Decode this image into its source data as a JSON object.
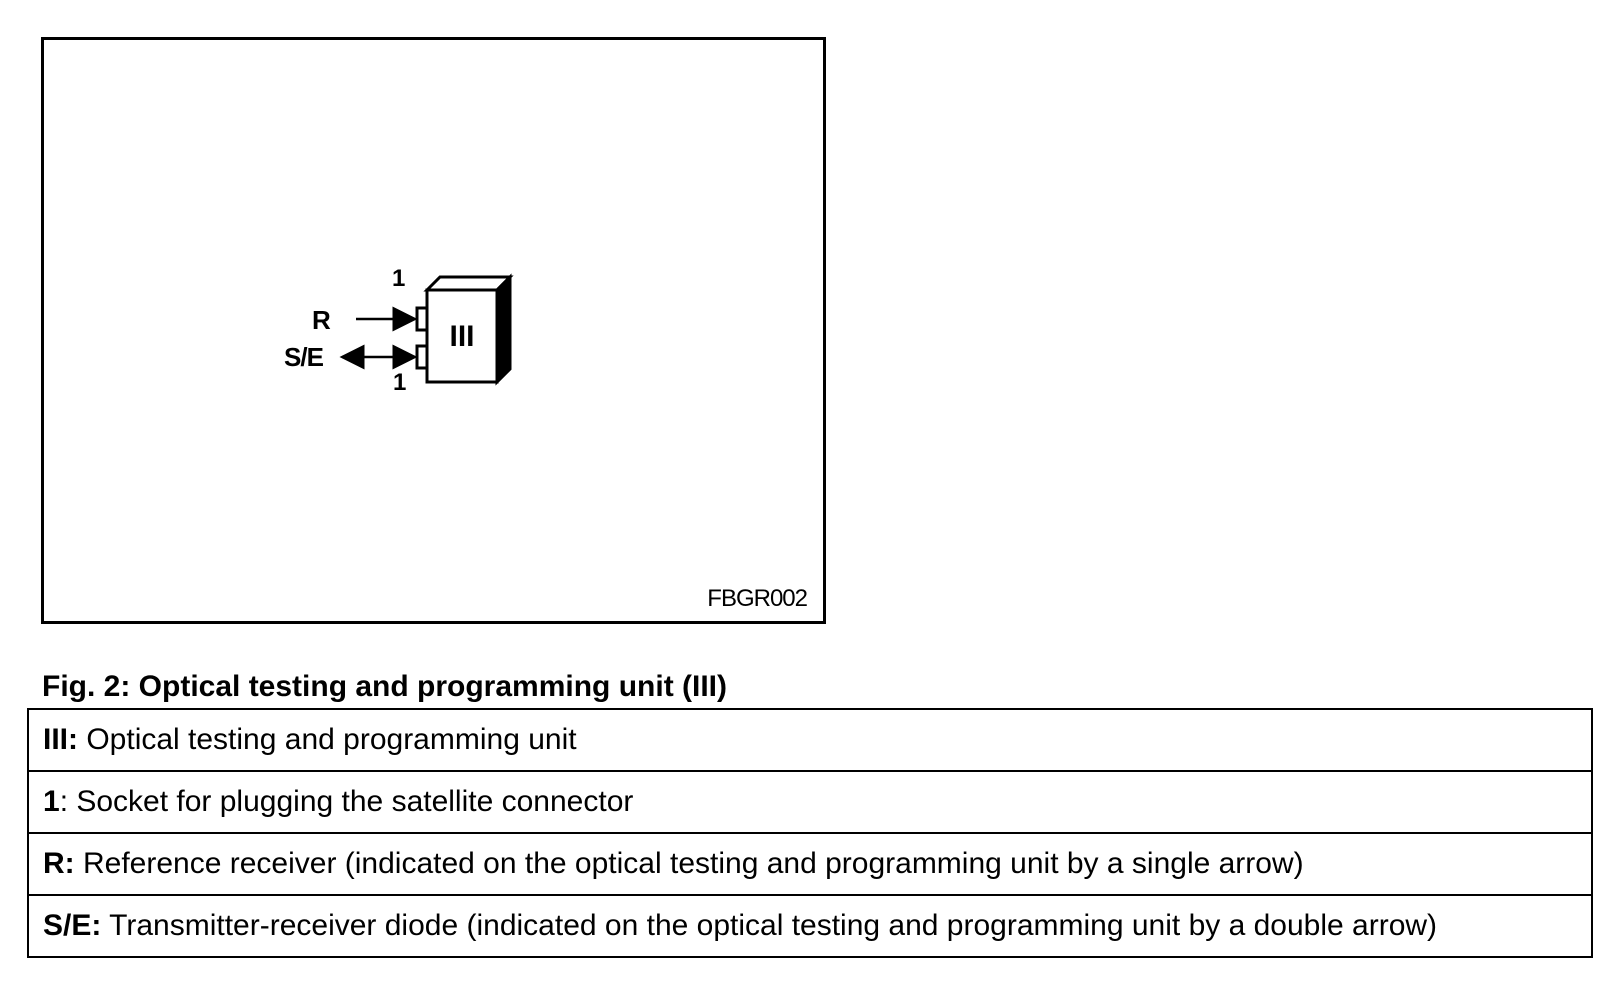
{
  "figure": {
    "code": "FBGR002",
    "unit_label": "III",
    "label_r": "R",
    "label_se": "S/E",
    "socket_label_top": "1",
    "socket_label_bottom": "1"
  },
  "caption": "Fig. 2: Optical testing and programming unit (III)",
  "legend": [
    {
      "key": "III:",
      "text": " Optical testing and programming unit"
    },
    {
      "key": "1",
      "text": ": Socket for plugging the satellite connector"
    },
    {
      "key": "R:",
      "text": " Reference receiver (indicated on the optical testing and programming unit by a single arrow)"
    },
    {
      "key": "S/E:",
      "text": " Transmitter-receiver diode (indicated on the optical testing and programming unit by a double arrow)"
    }
  ]
}
